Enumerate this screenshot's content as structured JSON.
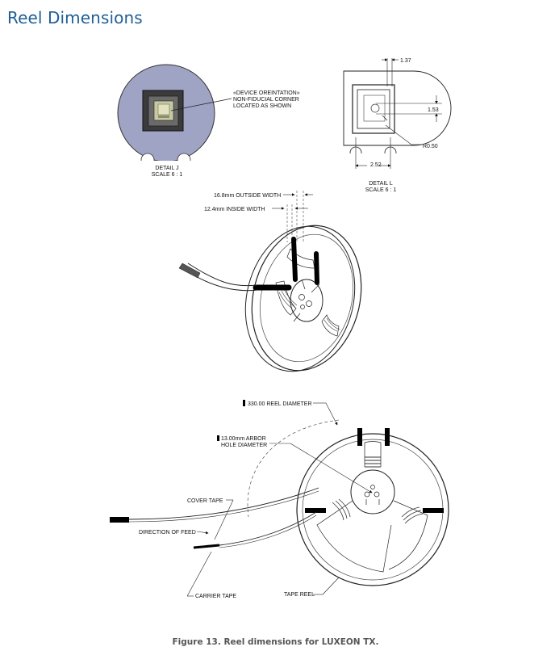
{
  "page": {
    "title": "Reel Dimensions"
  },
  "figure": {
    "caption": "Figure 13. Reel dimensions for LUXEON TX.",
    "detail_j": {
      "callout": [
        "«DEVICE OREINTATION»",
        "NON-FIDUCIAL CORNER",
        "LOCATED AS SHOWN"
      ],
      "name": "DETAIL J",
      "scale": "SCALE 6 : 1"
    },
    "detail_l": {
      "dim_top": "1.37",
      "dim_right": "1.53",
      "dim_bottom": "2.52",
      "radius": "R0.50",
      "name": "DETAIL L",
      "scale": "SCALE 6 : 1"
    },
    "iso_view": {
      "outside_width": "16.8mm OUTSIDE WIDTH",
      "inside_width": "12.4mm INSIDE WIDTH"
    },
    "front_view": {
      "reel_diameter": "330.00 REEL DIAMETER",
      "arbor_line1": "13.00mm ARBOR",
      "arbor_line2": "HOLE DIAMETER",
      "cover_tape": "COVER TAPE",
      "direction_of_feed": "DIRECTION OF FEED",
      "carrier_tape": "CARRIER TAPE",
      "tape_reel": "TAPE REEL"
    }
  }
}
